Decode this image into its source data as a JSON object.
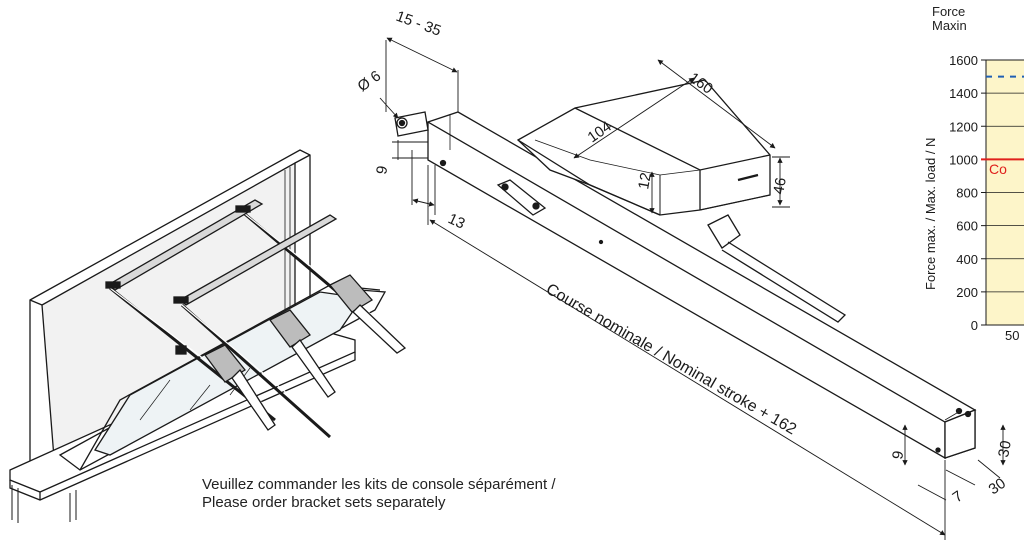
{
  "dimensions": {
    "stroke_range": "15 - 35",
    "pin_diameter": "Ø 6",
    "dim_9_top": "9",
    "dim_13": "13",
    "dim_12": "12",
    "dim_104": "104",
    "dim_160": "160",
    "dim_46": "46",
    "dim_9_bottom": "9",
    "dim_30_height": "30",
    "dim_30_depth": "30",
    "dim_7": "7",
    "stroke_label": "Course nominale / Nominal stroke + 162"
  },
  "note": {
    "line1": "Veuillez commander les kits de console séparément /",
    "line2": "Please order bracket sets separately"
  },
  "chart_title": {
    "line1": "Force",
    "line2": "Maxin"
  },
  "chart_data": {
    "type": "line",
    "title": "Force / Maxin",
    "ylabel": "Force max. / Max. load / N",
    "ylim": [
      0,
      1600
    ],
    "y_ticks": [
      "1600",
      "1400",
      "1200",
      "1000",
      "800",
      "600",
      "400",
      "200",
      "0"
    ],
    "x_ticks": [
      "50"
    ],
    "grid": true,
    "series": [
      {
        "name": "",
        "style": "dashed",
        "color": "#1f5fb4",
        "values": [
          1500
        ]
      },
      {
        "name": "Co",
        "style": "solid",
        "color": "#e0201c",
        "values": [
          1000
        ]
      }
    ]
  },
  "colors": {
    "chart_bg": "#fdf5c9",
    "dashed_line": "#1f5fb4",
    "red_line": "#e0201c",
    "drawing_line": "#1a1a1a"
  }
}
